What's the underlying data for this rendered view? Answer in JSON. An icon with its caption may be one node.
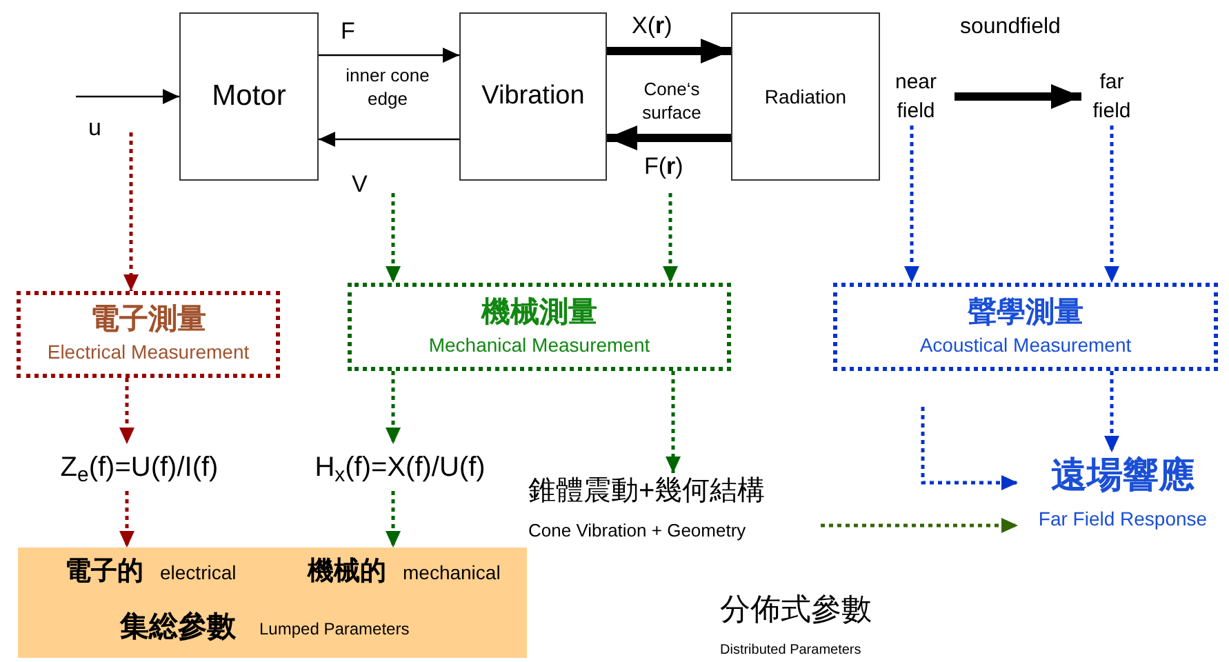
{
  "diagram": {
    "nodes": [
      {
        "text": [
          "Motor"
        ]
      },
      {
        "text": [
          "Vibration"
        ]
      },
      {
        "text": [
          "Radiation"
        ]
      },
      {
        "text": [
          "near field"
        ]
      },
      {
        "text": [
          "far field"
        ]
      },
      {
        "text": [
          "電子測量",
          "Electrical Measurement"
        ]
      },
      {
        "text": [
          "機械測量",
          "Mechanical Measurement"
        ]
      },
      {
        "text": [
          "聲學測量",
          "Acoustical Measurement"
        ]
      },
      {
        "text": [
          "Z$_{e}$(f)=U(f)/I(f)"
        ]
      },
      {
        "text": [
          "H$_{x}$(f)=X(f)/U(f)"
        ]
      },
      {
        "text": [
          "錐體震動+幾何結構",
          "Cone Vibration + Geometry"
        ]
      },
      {
        "text": [
          "遠場響應",
          "Far Field Response"
        ]
      },
      {
        "text": [
          "電子的",
          "electrical",
          "機械的",
          "mechanical",
          "集総參數",
          "Lumped Parameters"
        ]
      }
    ],
    "edges": [
      {
        "from": null,
        "to": 0,
        "arrow": "to",
        "label": "u"
      },
      {
        "from": 0,
        "to": 1,
        "arrow": "to",
        "label": "F"
      },
      {
        "from": 1,
        "to": 0,
        "arrow": "to",
        "label": "V"
      },
      {
        "from": 1,
        "to": 2,
        "arrow": "to",
        "label": "X(**r**)",
        "style": "thick"
      },
      {
        "from": 2,
        "to": 1,
        "arrow": "to",
        "label": "F(**r**)",
        "style": "thick"
      },
      {
        "from": 3,
        "to": 4,
        "arrow": "to",
        "style": "thick"
      },
      {
        "from": null,
        "to": 5,
        "arrow": "to",
        "style": "dashed",
        "color": "#990000"
      },
      {
        "from": null,
        "to": 6,
        "arrow": "to",
        "style": "dashed",
        "color": "#006600"
      },
      {
        "from": null,
        "to": 6,
        "arrow": "to",
        "style": "dashed",
        "color": "#006600"
      },
      {
        "from": 3,
        "to": 7,
        "arrow": "to",
        "style": "dashed",
        "color": "#0033cc"
      },
      {
        "from": 4,
        "to": 7,
        "arrow": "to",
        "style": "dashed",
        "color": "#0033cc"
      },
      {
        "from": 5,
        "to": 8,
        "arrow": "to",
        "style": "dashed",
        "color": "#990000"
      },
      {
        "from": 8,
        "to": 12,
        "arrow": "to",
        "style": "dashed",
        "color": "#990000"
      },
      {
        "from": 6,
        "to": 9,
        "arrow": "to",
        "style": "dashed",
        "color": "#006600"
      },
      {
        "from": 9,
        "to": 12,
        "arrow": "to",
        "style": "dashed",
        "color": "#006600"
      },
      {
        "from": 6,
        "to": 10,
        "arrow": "to",
        "style": "dashed",
        "color": "#006600"
      },
      {
        "from": 7,
        "to": 11,
        "arrow": "to",
        "style": "dashed",
        "color": "#0033cc"
      },
      {
        "from": null,
        "to": 11,
        "arrow": "to",
        "style": "dashed",
        "color": "#0033cc"
      },
      {
        "from": 10,
        "to": 11,
        "arrow": "to",
        "style": "dashed",
        "color": "#336600"
      }
    ],
    "labels": [
      "inner cone edge",
      "Cone‘s surface",
      "soundfield",
      "分佈式參數",
      "Distributed Parameters"
    ]
  }
}
